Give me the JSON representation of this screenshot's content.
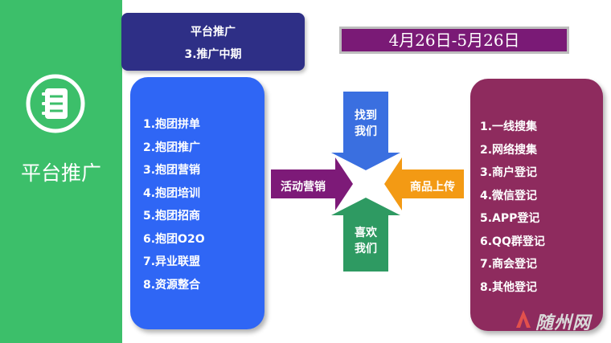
{
  "sidebar": {
    "title": "平台推广",
    "icon": "notebook-icon"
  },
  "header": {
    "line1": "平台推广",
    "line2": "3.推广中期"
  },
  "date_range": "4月26日-5月26日",
  "left_list": [
    "1.抱团拼单",
    "2.抱团推广",
    "3.抱团营销",
    "4.抱团培训",
    "5.抱团招商",
    "6.抱团O2O",
    "7.异业联盟",
    "8.资源整合"
  ],
  "right_list": [
    "1.一线搜集",
    "2.网络搜集",
    "3.商户登记",
    "4.微信登记",
    "5.APP登记",
    "6.QQ群登记",
    "7.商会登记",
    "8.其他登记"
  ],
  "arrows": {
    "top": "找到\n我们",
    "bottom": "喜欢\n我们",
    "left": "活动营销",
    "right": "商品上传"
  },
  "watermark": "随州网",
  "colors": {
    "sidebar": "#3cbf6a",
    "header_bg": "#2e2f86",
    "date_bg": "#7a1a76",
    "left_panel": "#2f66f5",
    "right_panel": "#8e2b5e",
    "arrow_top": "#3a6fe0",
    "arrow_bottom": "#2e9a62",
    "arrow_left": "#7d1a78",
    "arrow_right": "#f39a14"
  }
}
